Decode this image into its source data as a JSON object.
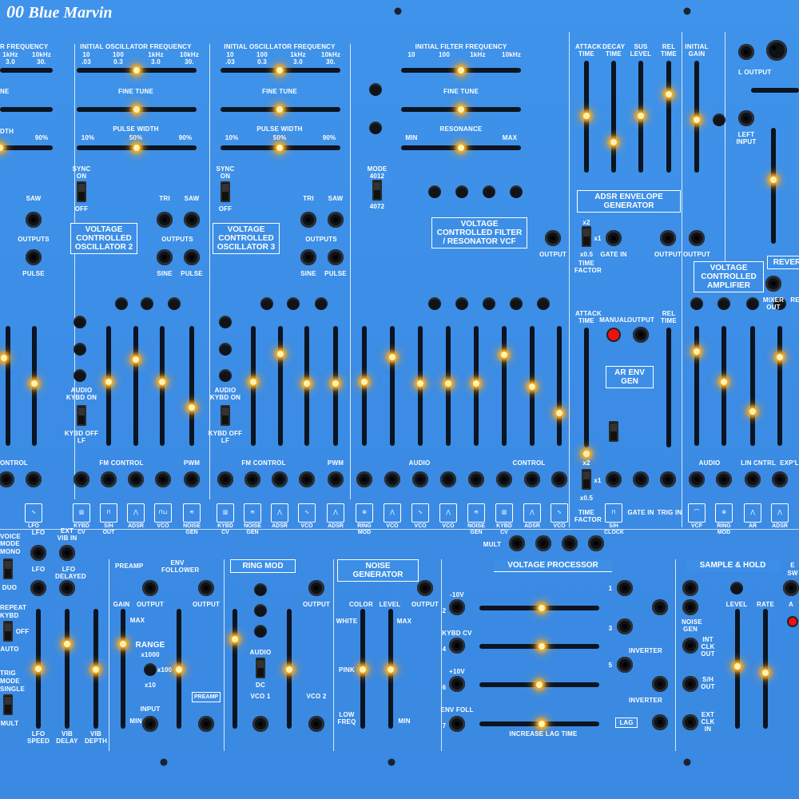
{
  "brand": {
    "model_fragment": "00",
    "name": "Blue Marvin"
  },
  "vco1": {
    "freq_title": "R FREQUENCY",
    "freq_ticks": [
      "1kHz",
      "10kHz",
      "3.0",
      "30."
    ],
    "fine_fragment": "NE",
    "pw_fragment": "DTH",
    "pw_90": "90%",
    "saw": "SAW",
    "outputs": "OUTPUTS",
    "pulse": "PULSE"
  },
  "vco2": {
    "freq_title": "INITIAL OSCILLATOR FREQUENCY",
    "freq_ticks": [
      "10",
      "100",
      "1kHz",
      "10kHz",
      ".03",
      "0.3",
      "3.0",
      "30."
    ],
    "fine": "FINE TUNE",
    "pw": "PULSE WIDTH",
    "pw_ticks": [
      "10%",
      "50%",
      "90%"
    ],
    "sync": "SYNC",
    "on": "ON",
    "off": "OFF",
    "tri": "TRI",
    "saw": "SAW",
    "outputs": "OUTPUTS",
    "sine": "SINE",
    "pulse": "PULSE",
    "name": "VOLTAGE CONTROLLED OSCILLATOR 2",
    "audio": "AUDIO",
    "kybd_on": "KYBD ON",
    "kybd_off": "KYBD OFF",
    "lf": "LF"
  },
  "vco3": {
    "freq_title": "INITIAL OSCILLATOR FREQUENCY",
    "fine": "FINE TUNE",
    "pw": "PULSE WIDTH",
    "sync": "SYNC",
    "name": "VOLTAGE CONTROLLED OSCILLATOR 3"
  },
  "vcf": {
    "freq_title": "INITIAL FILTER FREQUENCY",
    "freq_ticks": [
      "10",
      "100",
      "1kHz",
      "10kHz"
    ],
    "fine": "FINE TUNE",
    "resonance": "RESONANCE",
    "min": "MIN",
    "max": "MAX",
    "mode": "MODE",
    "mode_a": "4012",
    "mode_b": "4072",
    "name": "VOLTAGE CONTROLLED FILTER / RESONATOR VCF",
    "output": "OUTPUT"
  },
  "adsr": {
    "sliders": [
      "ATTACK TIME",
      "DECAY TIME",
      "SUS LEVEL",
      "REL TIME"
    ],
    "name": "ADSR ENVELOPE GENERATOR",
    "x2": "x2",
    "x1": "x1",
    "x05": "x0.5",
    "time_factor": "TIME FACTOR",
    "gate_in": "GATE IN",
    "output": "OUTPUT"
  },
  "vca": {
    "initial_gain": "INITIAL GAIN",
    "name": "VOLTAGE CONTROLLED AMPLIFIER",
    "output": "OUTPUT",
    "audio": "AUDIO",
    "cntrl": "CNTRL",
    "lin": "LIN",
    "expl": "EXP'L"
  },
  "out": {
    "l_output": "L OUTPUT",
    "left_input": "LEFT INPUT",
    "reverb": "REVER",
    "mixer_out": "MIXER OUT",
    "re": "RE"
  },
  "ar": {
    "attack": "ATTACK TIME",
    "manual": "MANUAL",
    "output": "OUTPUT",
    "rel": "REL TIME",
    "name": "AR ENV GEN",
    "gate_in": "GATE IN",
    "trig_in": "TRIG IN",
    "sh_clock": "S/H CLOCK"
  },
  "mod_row": {
    "fm_control": "FM CONTROL",
    "pwm": "PWM",
    "audio": "AUDIO",
    "control": "CONTROL",
    "vco1_icons": [
      "LFO"
    ],
    "vco2_icons": [
      "KYBD CV",
      "S/H OUT",
      "ADSR",
      "VCO",
      "NOISE GEN"
    ],
    "vco3_icons": [
      "KYBD CV",
      "NOISE GEN",
      "ADSR",
      "VCO",
      "ADSR"
    ],
    "vcf_icons": [
      "RING MOD",
      "VCO",
      "VCO",
      "VCO",
      "NOISE GEN",
      "KYBD CV",
      "ADSR",
      "VCO"
    ],
    "ar_icons": [
      "TIME FACTOR",
      "S/H CLOCK"
    ],
    "vca_icons": [
      "VCF",
      "RING MOD",
      "AR",
      "ADSR"
    ]
  },
  "lower": {
    "voice": "VOICE",
    "mode": "MODE",
    "mono": "MONO",
    "duo": "DUO",
    "lfo": "LFO",
    "ext_vib_in": "EXT VIB IN",
    "lfo_delayed": "LFO DELAYED",
    "repeat": "REPEAT",
    "kybd": "KYBD",
    "off": "OFF",
    "auto": "AUTO",
    "trig": "TRIG",
    "trig_mode": "MODE",
    "single": "SINGLE",
    "mult": "MULT",
    "lfo_speed": "LFO SPEED",
    "vib_delay": "VIB DELAY",
    "vib_depth": "VIB DEPTH",
    "mult_label": "MULT"
  },
  "preamp": {
    "preamp": "PREAMP",
    "env_follower": "ENV FOLLOWER",
    "gain": "GAIN",
    "output": "OUTPUT",
    "max": "MAX",
    "range": "RANGE",
    "x1000": "x1000",
    "x100": "x100",
    "x10": "x10",
    "input": "INPUT",
    "min": "MIN",
    "preamp_box": "PREAMP"
  },
  "ringmod": {
    "name": "RING MOD",
    "output": "OUTPUT",
    "audio": "AUDIO",
    "dc": "DC",
    "vco1": "VCO 1",
    "vco2": "VCO 2"
  },
  "noise": {
    "name": "NOISE GENERATOR",
    "color": "COLOR",
    "level": "LEVEL",
    "output": "OUTPUT",
    "white": "WHITE",
    "max": "MAX",
    "pink": "PINK",
    "low_freq": "LOW FREQ",
    "min": "MIN"
  },
  "vproc": {
    "name": "VOLTAGE PROCESSOR",
    "minus10": "-10V",
    "kybd_cv": "KYBD CV",
    "plus10": "+10V",
    "env_foll": "ENV FOLL",
    "n1": "1",
    "n2": "2",
    "n3": "3",
    "n4": "4",
    "n5": "5",
    "n6": "6",
    "n7": "7",
    "inverter": "INVERTER",
    "inverter2": "INVERTER",
    "lag": "LAG",
    "increase_lag": "INCREASE LAG TIME"
  },
  "sh": {
    "name": "SAMPLE & HOLD",
    "level": "LEVEL",
    "rate": "RATE",
    "noise_gen": "NOISE GEN",
    "int_clk_out": "INT CLK OUT",
    "sh_out": "S/H OUT",
    "ext_clk_in": "EXT CLK IN",
    "sw": "SW",
    "e": "E",
    "a": "A"
  }
}
